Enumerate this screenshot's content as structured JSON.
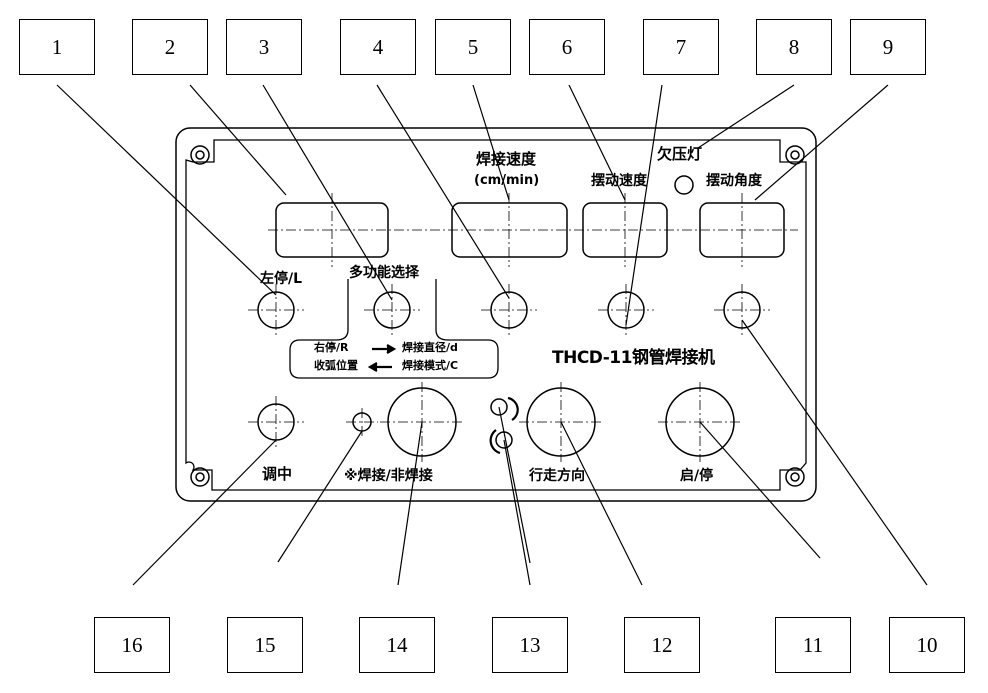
{
  "panel": {
    "undervoltage_lamp": "欠压灯",
    "weld_speed": "焊接速度",
    "weld_speed_unit": "(cm/min)",
    "swing_speed": "摆动速度",
    "swing_angle": "摆动角度",
    "left_stop": "左停/L",
    "multi_function": "多功能选择",
    "right_stop": "右停/R",
    "arc_close_position": "收弧位置",
    "weld_diameter": "焊接直径/d",
    "weld_mode": "焊接模式/C",
    "model": "THCD-11钢管焊接机",
    "center": "调中",
    "weld_toggle": "※焊接/非焊接",
    "travel_direction": "行走方向",
    "start_stop": "启/停"
  },
  "callouts": [
    "1",
    "2",
    "3",
    "4",
    "5",
    "6",
    "7",
    "8",
    "9",
    "10",
    "11",
    "12",
    "13",
    "14",
    "15",
    "16"
  ],
  "colors": {
    "line": "#000000",
    "background": "#ffffff"
  }
}
